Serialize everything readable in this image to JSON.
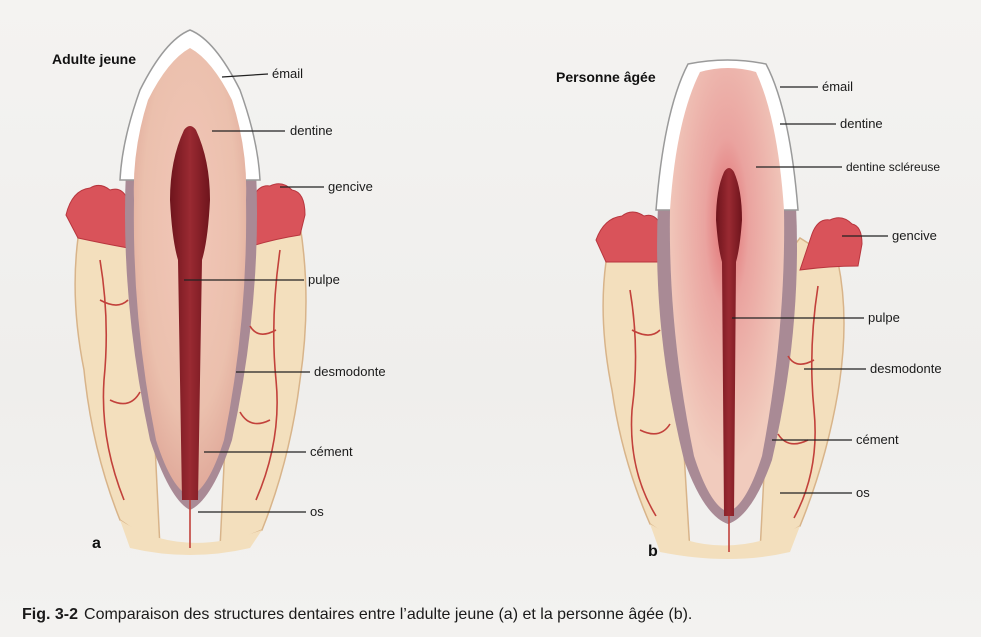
{
  "panels": {
    "a": {
      "title": "Adulte jeune",
      "letter": "a",
      "labels": {
        "email": "émail",
        "dentine": "dentine",
        "gencive": "gencive",
        "pulpe": "pulpe",
        "desmodonte": "desmodonte",
        "cement": "cément",
        "os": "os"
      }
    },
    "b": {
      "title": "Personne âgée",
      "letter": "b",
      "labels": {
        "email": "émail",
        "dentine": "dentine",
        "dentine_scleruse": "dentine scléreuse",
        "gencive": "gencive",
        "pulpe": "pulpe",
        "desmodonte": "desmodonte",
        "cement": "cément",
        "os": "os"
      }
    }
  },
  "caption": {
    "number": "Fig. 3-2",
    "text": "Comparaison des structures dentaires entre l’adulte jeune (a) et la personne âgée (b)."
  },
  "colors": {
    "bone": "#f3dfbd",
    "gum": "#d9535a",
    "enamel": "#ffffff",
    "dentine": "#eec4b4",
    "pulp": "#8a1f28",
    "cementum": "#a98a95",
    "vessel": "#c2413b"
  }
}
